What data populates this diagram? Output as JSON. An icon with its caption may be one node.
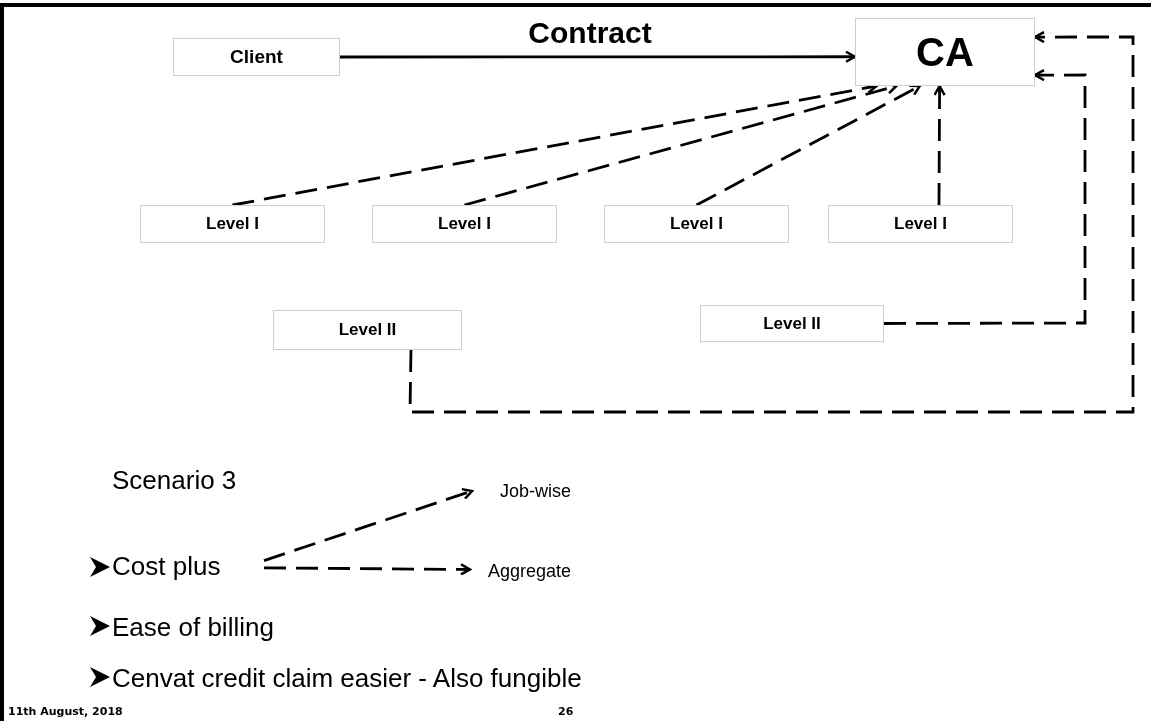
{
  "diagram": {
    "nodes": [
      {
        "text": [
          "Client"
        ]
      },
      {
        "text": [
          "CA"
        ]
      },
      {
        "text": [
          "Level I"
        ]
      },
      {
        "text": [
          "Level I"
        ]
      },
      {
        "text": [
          "Level I"
        ]
      },
      {
        "text": [
          "Level I"
        ]
      },
      {
        "text": [
          "Level II"
        ]
      },
      {
        "text": [
          "Level II"
        ]
      },
      {
        "text": [
          "Cost plus"
        ]
      },
      {
        "text": [
          "Job-wise"
        ]
      },
      {
        "text": [
          "Aggregate"
        ]
      }
    ],
    "edges": [
      {
        "from": 0,
        "to": 1,
        "arrow": "to",
        "label": "Contract"
      },
      {
        "from": 2,
        "to": 1,
        "arrow": "to",
        "style": "dashed"
      },
      {
        "from": 3,
        "to": 1,
        "arrow": "to",
        "style": "dashed"
      },
      {
        "from": 4,
        "to": 1,
        "arrow": "to",
        "style": "dashed"
      },
      {
        "from": 5,
        "to": 1,
        "arrow": "to",
        "style": "dashed"
      },
      {
        "from": 7,
        "to": 1,
        "arrow": "to",
        "style": "dashed"
      },
      {
        "from": 6,
        "to": 1,
        "arrow": "to",
        "style": "dashed"
      },
      {
        "from": 8,
        "to": 9,
        "arrow": "to",
        "style": "dashed"
      },
      {
        "from": 8,
        "to": 10,
        "arrow": "to",
        "style": "dashed"
      }
    ],
    "labels": [
      "Scenario 3",
      "Ease of billing",
      "Cenvat credit claim easier - Also fungible",
      "11th August, 2018",
      "26"
    ]
  }
}
